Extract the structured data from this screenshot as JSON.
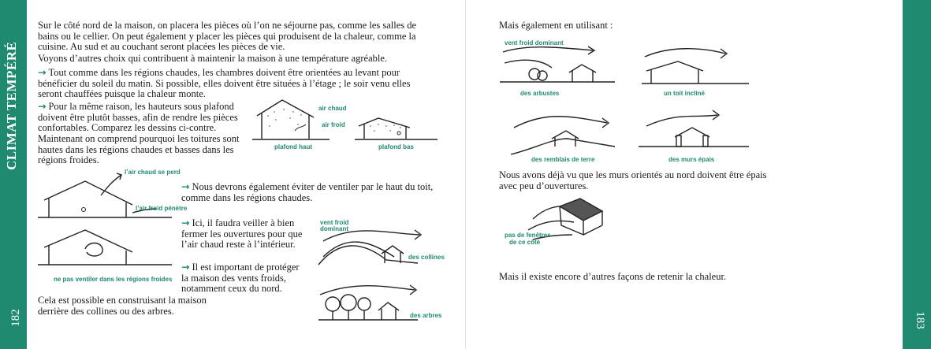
{
  "left_page": {
    "running_title": "CLIMAT TEMPÉRÉ",
    "page_number": "182",
    "p1": "Sur le côté nord de la maison, on placera les pièces où l’on ne séjourne pas, comme les salles de bains ou le cellier. On peut également y placer les pièces qui produisent de la chaleur, comme la cuisine. Au sud et au couchant seront placées les pièces de vie.",
    "p2": "Voyons d’autres choix qui contribuent à maintenir la maison à une température agréable.",
    "p3": "Tout comme dans les régions chaudes, les chambres doivent être orientées au levant pour bénéficier du soleil du matin. Si possible, elles doivent être situées à l’étage ; le soir venu elles seront chauffées puisque la chaleur monte.",
    "p4": "Pour la même raison, les hauteurs sous plafond doivent être plutôt basses, afin de rendre les pièces confortables. Comparez les dessins ci-contre.",
    "p5": "Maintenant on comprend pourquoi les toitures sont hautes dans les régions chaudes et basses dans les régions froides.",
    "p6": "Nous devrons également éviter de ventiler par le haut du toit, comme dans les régions chaudes.",
    "p7": "Ici, il faudra veiller à bien fermer les ouvertures pour que l’air chaud reste à l’intérieur.",
    "p8": "Il est important de protéger la maison des vents froids, notamment ceux du nord.",
    "p9": "Cela est possible en construisant la maison derrière des collines ou des arbres.",
    "fig_ceiling": {
      "air_chaud": "air chaud",
      "air_froid": "air froid",
      "plafond_haut": "plafond haut",
      "plafond_bas": "plafond bas"
    },
    "fig_vent": {
      "air_chaud_perd": "l’air chaud se perd",
      "air_froid_penetre": "l’air froid pénètre",
      "caption": "ne pas ventiler dans les régions froides"
    },
    "fig_hills": {
      "vent_froid": "vent froid",
      "dominant": "dominant",
      "collines": "des collines",
      "arbres": "des arbres"
    }
  },
  "right_page": {
    "running_title": "LE CLIMAT",
    "page_number": "183",
    "p1": "Mais également en utilisant :",
    "p2": "Nous avons déjà vu que les murs orientés au nord doivent être épais avec peu d’ouvertures.",
    "p3": "Mais il existe encore d’autres façons de retenir la chaleur.",
    "labels": {
      "vent_froid_dominant": "vent froid dominant",
      "arbustes": "des arbustes",
      "toit_incline": "un toit incliné",
      "remblais": "des remblais de terre",
      "murs_epais": "des murs épais",
      "pas_fenetres_1": "pas de fenêtres",
      "pas_fenetres_2": "de ce côté"
    }
  },
  "colors": {
    "band": "#1f8a70",
    "label": "#1f8a70"
  }
}
